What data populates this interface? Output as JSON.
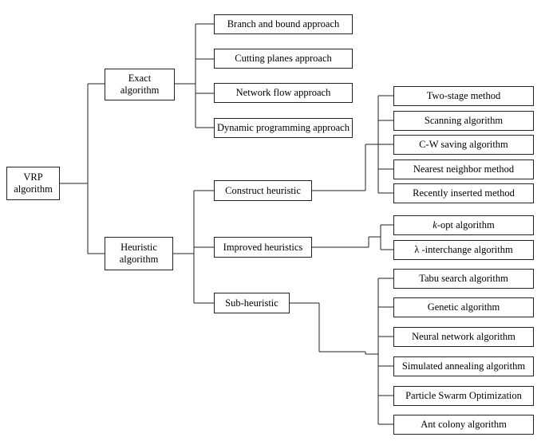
{
  "root": {
    "label": "VRP\nalgorithm"
  },
  "level1": {
    "exact": {
      "label": "Exact\nalgorithm"
    },
    "heuristic": {
      "label": "Heuristic\nalgorithm"
    }
  },
  "exact_children": [
    "Branch and bound approach",
    "Cutting planes approach",
    "Network flow approach",
    "Dynamic programming approach"
  ],
  "heuristic_children": {
    "construct": {
      "label": "Construct heuristic",
      "children": [
        "Two-stage method",
        "Scanning algorithm",
        "C-W saving algorithm",
        "Nearest neighbor method",
        "Recently inserted method"
      ]
    },
    "improved": {
      "label": "Improved heuristics",
      "children": [
        {
          "prefix": "k",
          "rest": "-opt algorithm"
        },
        "λ -interchange algorithm"
      ]
    },
    "sub": {
      "label": "Sub-heuristic",
      "children": [
        "Tabu search algorithm",
        "Genetic algorithm",
        "Neural network algorithm",
        "Simulated annealing algorithm",
        "Particle Swarm Optimization",
        "Ant colony algorithm"
      ]
    }
  }
}
